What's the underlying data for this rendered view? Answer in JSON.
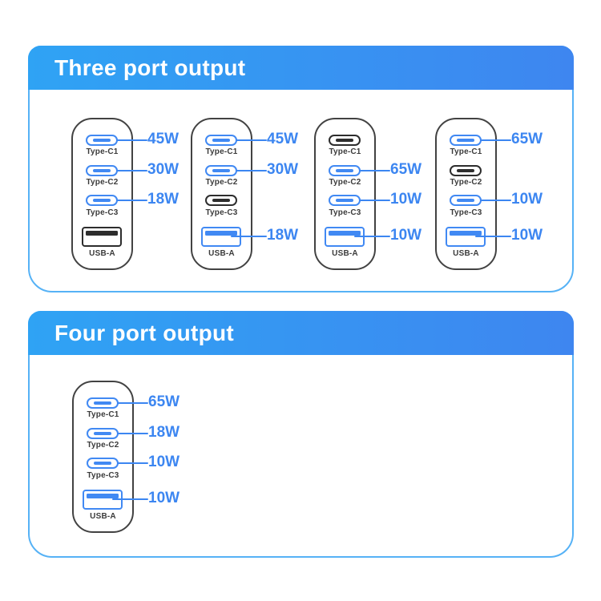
{
  "colors": {
    "accent_blue": "#3c86f1",
    "port_blue": "#4189f3",
    "inactive_dark": "#2d2d2d",
    "device_border": "#424242",
    "card_border": "#56b2f6",
    "banner_gradient_start": "#2fa3f4",
    "banner_gradient_end": "#3e86f0",
    "label_dark": "#3b3b3b"
  },
  "sections": [
    {
      "title": "Three port output",
      "chargers": [
        {
          "ports": [
            {
              "type": "type-c",
              "label": "Type-C1",
              "active": true,
              "watt": "45W"
            },
            {
              "type": "type-c",
              "label": "Type-C2",
              "active": true,
              "watt": "30W"
            },
            {
              "type": "type-c",
              "label": "Type-C3",
              "active": true,
              "watt": "18W"
            },
            {
              "type": "usb-a",
              "label": "USB-A",
              "active": false,
              "watt": ""
            }
          ]
        },
        {
          "ports": [
            {
              "type": "type-c",
              "label": "Type-C1",
              "active": true,
              "watt": "45W"
            },
            {
              "type": "type-c",
              "label": "Type-C2",
              "active": true,
              "watt": "30W"
            },
            {
              "type": "type-c",
              "label": "Type-C3",
              "active": false,
              "watt": ""
            },
            {
              "type": "usb-a",
              "label": "USB-A",
              "active": true,
              "watt": "18W"
            }
          ]
        },
        {
          "ports": [
            {
              "type": "type-c",
              "label": "Type-C1",
              "active": false,
              "watt": ""
            },
            {
              "type": "type-c",
              "label": "Type-C2",
              "active": true,
              "watt": "65W"
            },
            {
              "type": "type-c",
              "label": "Type-C3",
              "active": true,
              "watt": "10W"
            },
            {
              "type": "usb-a",
              "label": "USB-A",
              "active": true,
              "watt": "10W"
            }
          ]
        },
        {
          "ports": [
            {
              "type": "type-c",
              "label": "Type-C1",
              "active": true,
              "watt": "65W"
            },
            {
              "type": "type-c",
              "label": "Type-C2",
              "active": false,
              "watt": ""
            },
            {
              "type": "type-c",
              "label": "Type-C3",
              "active": true,
              "watt": "10W"
            },
            {
              "type": "usb-a",
              "label": "USB-A",
              "active": true,
              "watt": "10W"
            }
          ]
        }
      ]
    },
    {
      "title": "Four port output",
      "chargers": [
        {
          "ports": [
            {
              "type": "type-c",
              "label": "Type-C1",
              "active": true,
              "watt": "65W"
            },
            {
              "type": "type-c",
              "label": "Type-C2",
              "active": true,
              "watt": "18W"
            },
            {
              "type": "type-c",
              "label": "Type-C3",
              "active": true,
              "watt": "10W"
            },
            {
              "type": "usb-a",
              "label": "USB-A",
              "active": true,
              "watt": "10W"
            }
          ]
        }
      ]
    }
  ]
}
